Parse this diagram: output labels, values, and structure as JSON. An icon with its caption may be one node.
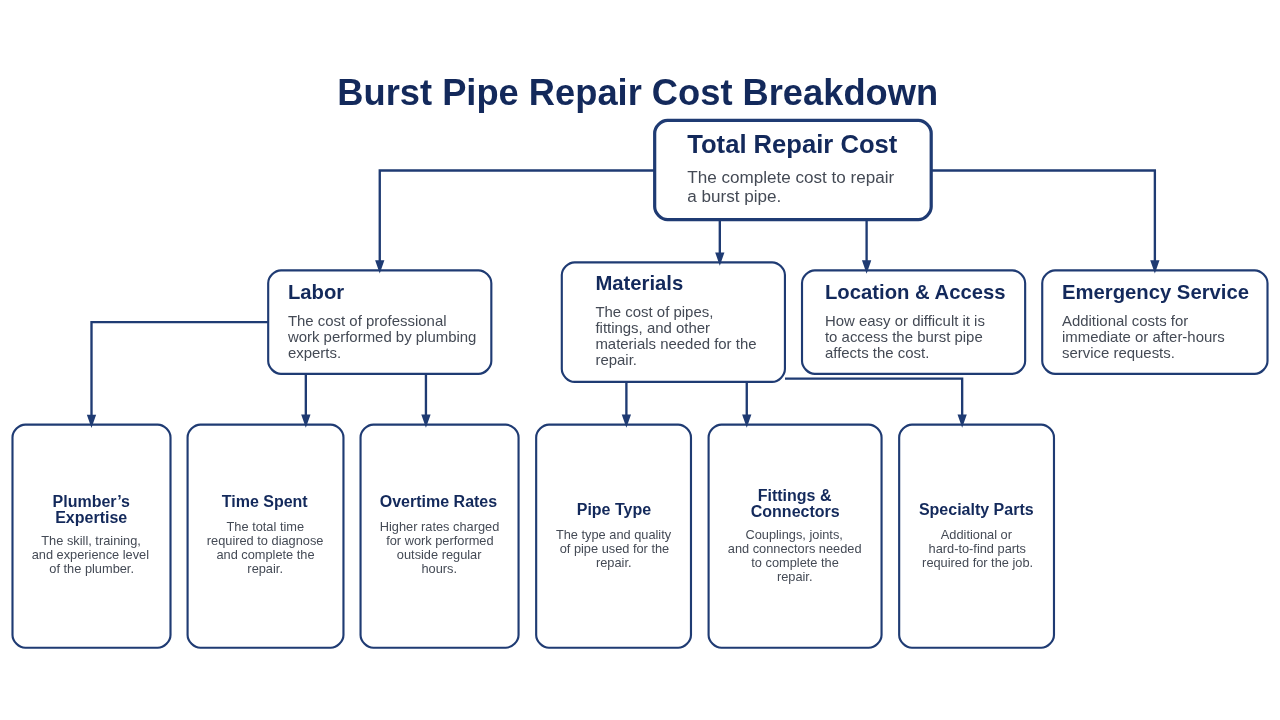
{
  "diagram": {
    "title": "Burst Pipe Repair Cost Breakdown",
    "nodes": [
      {
        "text": [
          "Total Repair Cost",
          "The complete cost to repair a burst pipe."
        ]
      },
      {
        "text": [
          "Labor",
          "The cost of professional work performed by plumbing experts."
        ]
      },
      {
        "text": [
          "Materials",
          "The cost of pipes, fittings, and other materials needed for the repair."
        ]
      },
      {
        "text": [
          "Location & Access",
          "How easy or difficult it is to access the burst pipe affects the cost."
        ]
      },
      {
        "text": [
          "Emergency Service",
          "Additional costs for immediate or after-hours service requests."
        ]
      },
      {
        "text": [
          "Plumber’s Expertise",
          "The skill, training, and experience level of the plumber."
        ]
      },
      {
        "text": [
          "Time Spent",
          "The total time required to diagnose and complete the repair."
        ]
      },
      {
        "text": [
          "Overtime Rates",
          "Higher rates charged for work performed outside regular hours."
        ]
      },
      {
        "text": [
          "Pipe Type",
          "The type and quality of pipe used for the repair."
        ]
      },
      {
        "text": [
          "Fittings & Connectors",
          "Couplings, joints, and connectors needed to complete the repair."
        ]
      },
      {
        "text": [
          "Specialty Parts",
          "Additional or hard-to-find parts required for the job."
        ]
      }
    ],
    "edges": [
      {
        "from": 0,
        "to": 1,
        "arrow": "to"
      },
      {
        "from": 0,
        "to": 2,
        "arrow": "to"
      },
      {
        "from": 0,
        "to": 3,
        "arrow": "to"
      },
      {
        "from": 0,
        "to": 4,
        "arrow": "to"
      },
      {
        "from": 1,
        "to": 5,
        "arrow": "to"
      },
      {
        "from": 1,
        "to": 6,
        "arrow": "to"
      },
      {
        "from": 1,
        "to": 7,
        "arrow": "to"
      },
      {
        "from": 2,
        "to": 8,
        "arrow": "to"
      },
      {
        "from": 2,
        "to": 9,
        "arrow": "to"
      },
      {
        "from": 2,
        "to": 10,
        "arrow": "to"
      }
    ]
  }
}
